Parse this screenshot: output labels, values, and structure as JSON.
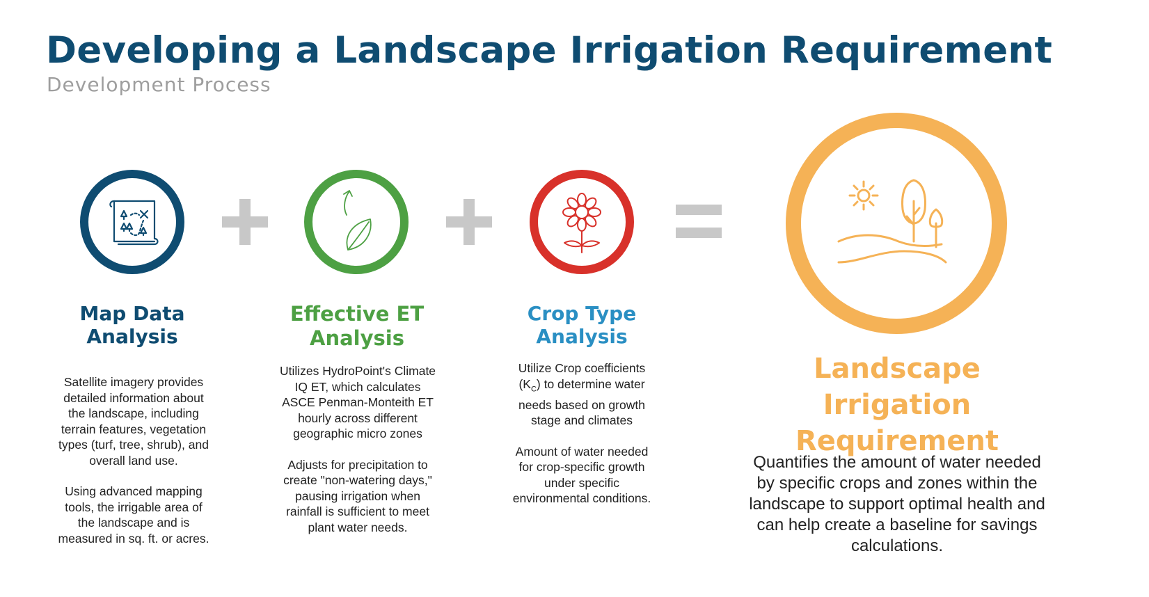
{
  "header": {
    "title": "Developing a Landscape Irrigation Requirement",
    "subtitle": "Development Process"
  },
  "colors": {
    "navy": "#0f4c71",
    "green": "#4da043",
    "red": "#d8312a",
    "blue": "#2a8fc3",
    "orange": "#f5b256",
    "operator_gray": "#c8c8c8"
  },
  "steps": [
    {
      "icon": "treasure-map-icon",
      "title_line1": "Map Data",
      "title_line2": "Analysis",
      "paragraphs": [
        "Satellite imagery provides detailed information about the landscape, including terrain features, vegetation types (turf, tree, shrub), and overall land use.",
        "Using advanced mapping tools, the irrigable area of the landscape and is measured in sq. ft. or acres."
      ]
    },
    {
      "icon": "leaf-evaporation-icon",
      "title_line1": "Effective ET",
      "title_line2": "Analysis",
      "paragraphs": [
        "Utilizes HydroPoint's Climate IQ ET, which calculates ASCE Penman-Monteith ET hourly across different geographic micro zones",
        "Adjusts for precipitation to create \"non-watering days,\" pausing irrigation when rainfall is sufficient to meet plant water needs."
      ]
    },
    {
      "icon": "flower-icon",
      "title_line1": "Crop Type",
      "title_line2": "Analysis",
      "paragraph1_before": "Utilize  Crop coefficients (K",
      "paragraph1_sub": "C",
      "paragraph1_after": ") to determine water needs based on growth stage and climates",
      "paragraph2": "Amount of water needed for crop-specific growth under specific environmental conditions."
    }
  ],
  "operators": [
    "plus",
    "plus",
    "equals"
  ],
  "result": {
    "icon": "sun-trees-hills-icon",
    "title_line1": "Landscape Irrigation",
    "title_line2": "Requirement",
    "description": "Quantifies the amount of water needed by specific crops and zones within the landscape to support optimal health and can help create a baseline for savings calculations."
  }
}
